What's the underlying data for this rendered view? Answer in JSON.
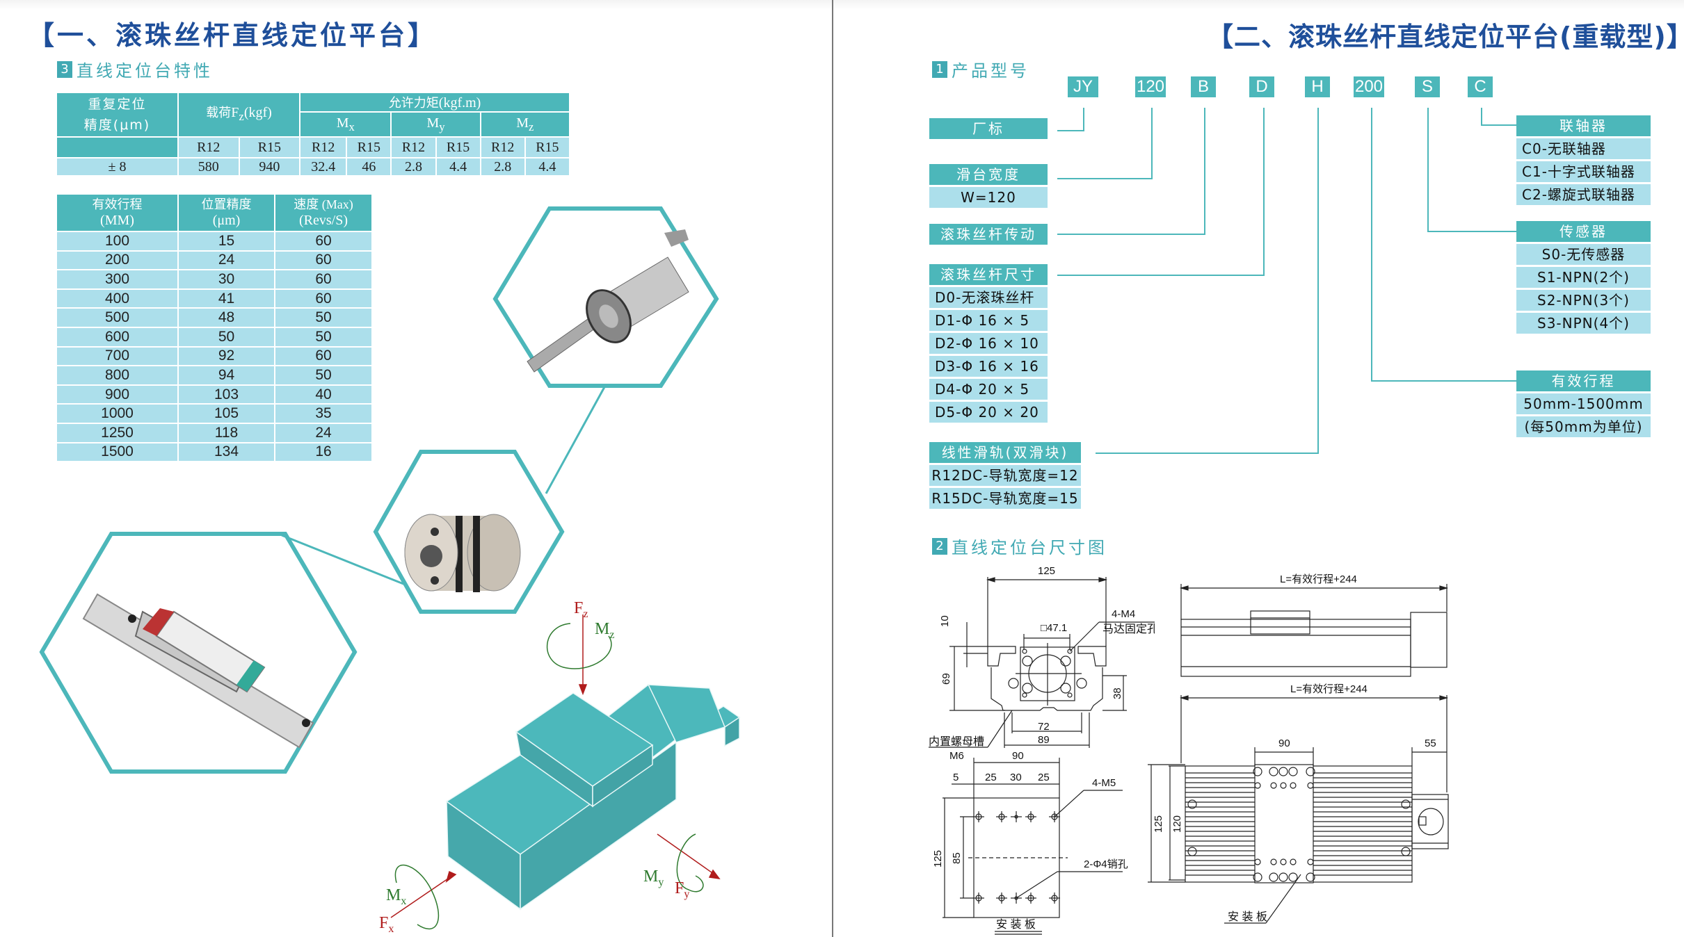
{
  "left": {
    "title": "【一、滚珠丝杆直线定位平台】",
    "section": {
      "num": "3",
      "label": "直线定位台特性"
    },
    "table1": {
      "h_repeat": "重复定位",
      "h_repeat2": "精度(μm)",
      "h_load": "载荷Fz(kgf)",
      "h_moment": "允许力矩(kgf.m)",
      "h_mx": "Mx",
      "h_my": "My",
      "h_mz": "Mz",
      "sub": [
        "R12",
        "R15",
        "R12",
        "R15",
        "R12",
        "R15",
        "R12",
        "R15"
      ],
      "row": [
        "± 8",
        "580",
        "940",
        "32.4",
        "46",
        "2.8",
        "4.4",
        "2.8",
        "4.4"
      ]
    },
    "table2": {
      "headers": [
        [
          "有效行程",
          "(MM)"
        ],
        [
          "位置精度",
          "(μm)"
        ],
        [
          "速度 (Max)",
          "(Revs/S)"
        ]
      ],
      "rows": [
        [
          "100",
          "15",
          "60"
        ],
        [
          "200",
          "24",
          "60"
        ],
        [
          "300",
          "30",
          "60"
        ],
        [
          "400",
          "41",
          "60"
        ],
        [
          "500",
          "48",
          "50"
        ],
        [
          "600",
          "50",
          "50"
        ],
        [
          "700",
          "92",
          "60"
        ],
        [
          "800",
          "94",
          "50"
        ],
        [
          "900",
          "103",
          "40"
        ],
        [
          "1000",
          "105",
          "35"
        ],
        [
          "1250",
          "118",
          "24"
        ],
        [
          "1500",
          "134",
          "16"
        ]
      ]
    },
    "diagram": {
      "fz": "F",
      "fz_sub": "z",
      "mz": "M",
      "mz_sub": "z",
      "mx": "M",
      "mx_sub": "x",
      "fx": "F",
      "fx_sub": "x",
      "my": "M",
      "my_sub": "y",
      "fy": "F",
      "fy_sub": "y"
    }
  },
  "right": {
    "title": "【二、滚珠丝杆直线定位平台(重载型)】",
    "section1": {
      "num": "1",
      "label": "产品型号"
    },
    "codes": [
      "JY",
      "120",
      "B",
      "D",
      "H",
      "200",
      "S",
      "C"
    ],
    "brand": "厂标",
    "width": {
      "header": "滑台宽度",
      "items": [
        "W=120"
      ]
    },
    "drive": {
      "header": "滚珠丝杆传动"
    },
    "screw": {
      "header": "滚珠丝杆尺寸",
      "items": [
        "D0-无滚珠丝杆",
        "D1-Φ 16 × 5",
        "D2-Φ 16 × 10",
        "D3-Φ 16 × 16",
        "D4-Φ 20 × 5",
        "D5-Φ 20 × 20"
      ]
    },
    "rail": {
      "header": "线性滑轨(双滑块)",
      "items": [
        "R12DC-导轨宽度=12",
        "R15DC-导轨宽度=15"
      ]
    },
    "coupling": {
      "header": "联轴器",
      "items": [
        "C0-无联轴器",
        "C1-十字式联轴器",
        "C2-螺旋式联轴器"
      ]
    },
    "sensor": {
      "header": "传感器",
      "items": [
        "S0-无传感器",
        "S1-NPN(2个)",
        "S2-NPN(3个)",
        "S3-NPN(4个)"
      ]
    },
    "stroke": {
      "header": "有效行程",
      "items": [
        "50mm-1500mm",
        "(每50mm为单位)"
      ]
    },
    "section2": {
      "num": "2",
      "label": "直线定位台尺寸图"
    },
    "dims": {
      "d125": "125",
      "d10": "10",
      "d47": "□47.1",
      "m4": "4-M4",
      "motor_hole": "马达固定孔",
      "d69": "69",
      "d38": "38",
      "d72": "72",
      "d89": "89",
      "nut_slot": "内置螺母槽",
      "m6": "M6",
      "d90": "90",
      "d5": "5",
      "d25a": "25",
      "d30": "30",
      "d25b": "25",
      "m5": "4-M5",
      "d125b": "125",
      "d85": "85",
      "pin": "2-Φ4销孔",
      "plate": "安 装 板",
      "L1": "L=有效行程+244",
      "L2": "L=有效行程+244",
      "d90b": "90",
      "d55": "55",
      "d125c": "125",
      "d120": "120",
      "plate2": "安 装 板"
    }
  }
}
